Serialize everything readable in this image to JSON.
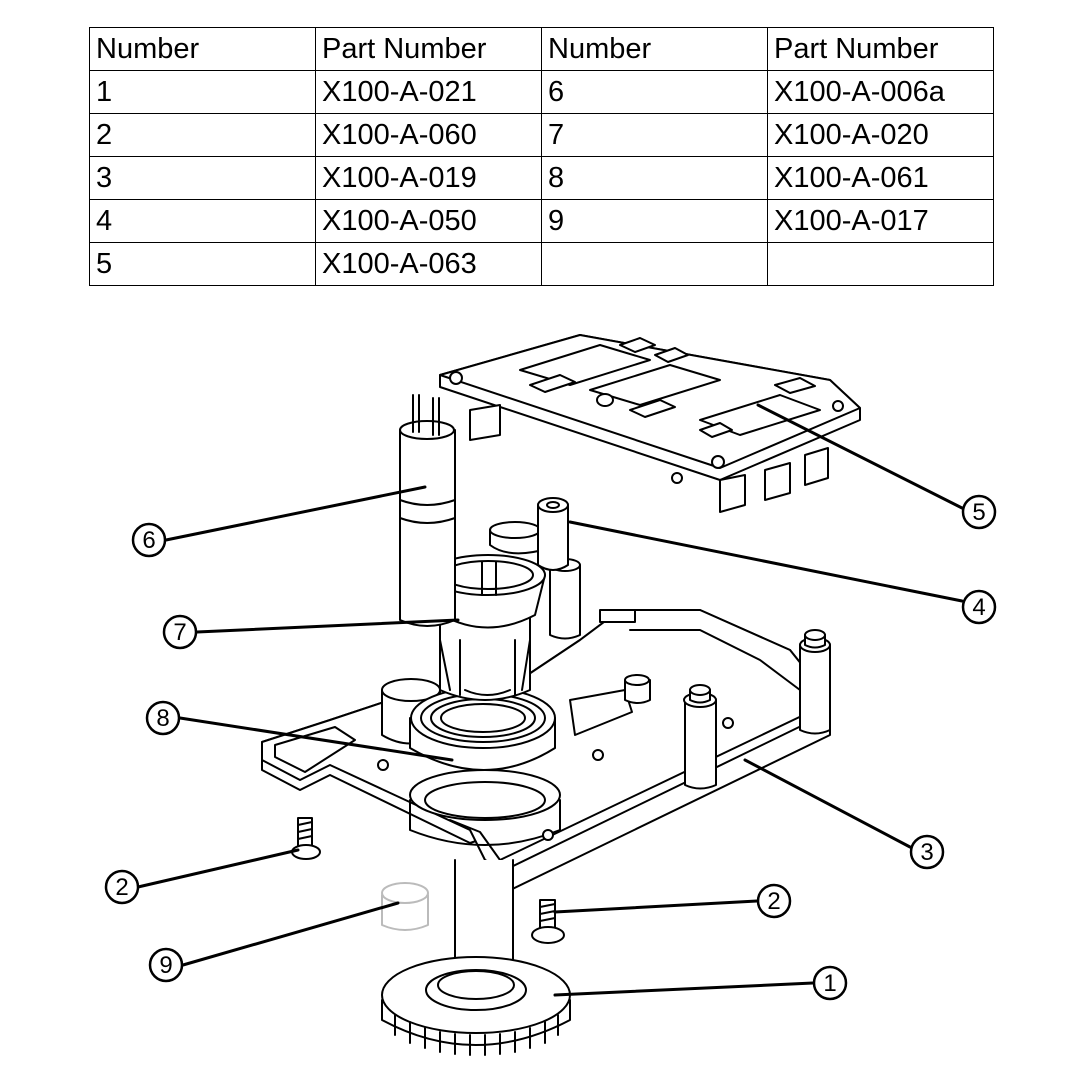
{
  "table": {
    "headers": [
      "Number",
      "Part Number",
      "Number",
      "Part Number"
    ],
    "rows": [
      [
        "1",
        "X100-A-021",
        "6",
        "X100-A-006a"
      ],
      [
        "2",
        "X100-A-060",
        "7",
        "X100-A-020"
      ],
      [
        "3",
        "X100-A-019",
        "8",
        "X100-A-061"
      ],
      [
        "4",
        "X100-A-050",
        "9",
        "X100-A-017"
      ],
      [
        "5",
        "X100-A-063",
        "",
        ""
      ]
    ]
  },
  "callouts": [
    "1",
    "2",
    "2",
    "3",
    "4",
    "5",
    "6",
    "7",
    "8",
    "9"
  ]
}
